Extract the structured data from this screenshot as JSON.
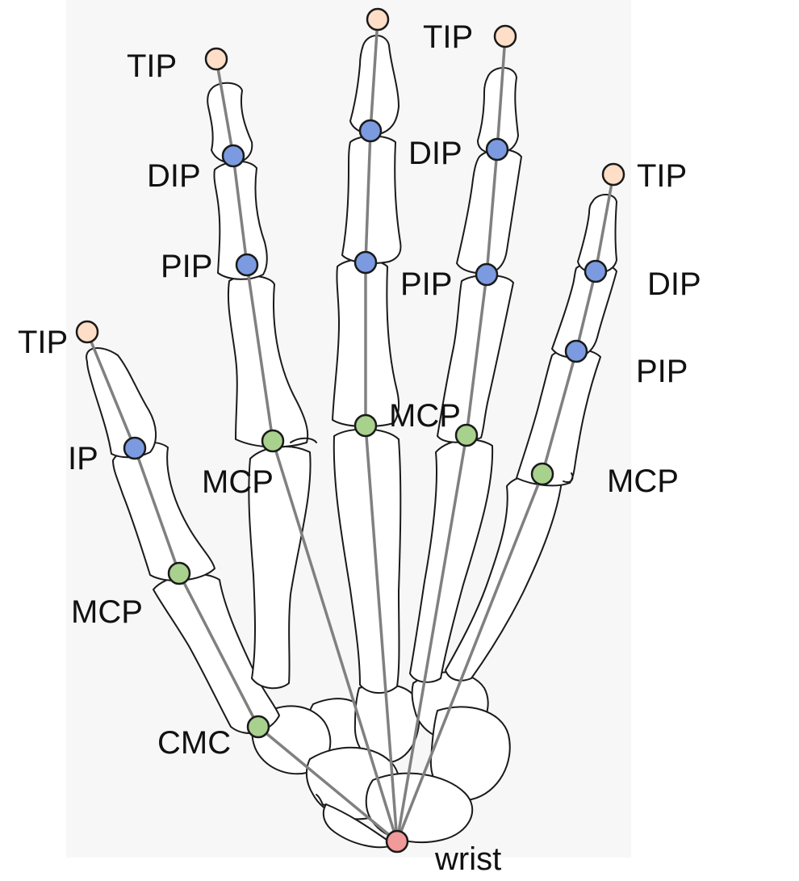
{
  "labels": {
    "tip": "TIP",
    "dip": "DIP",
    "pip": "PIP",
    "mcp": "MCP",
    "ip": "IP",
    "cmc": "CMC",
    "wrist": "wrist"
  },
  "colors": {
    "tip": "#FFDEC8",
    "distal": "#7B9AE0",
    "proximal": "#A9D18E",
    "wrist": "#F2999A",
    "panel": "#F7F7F7"
  }
}
